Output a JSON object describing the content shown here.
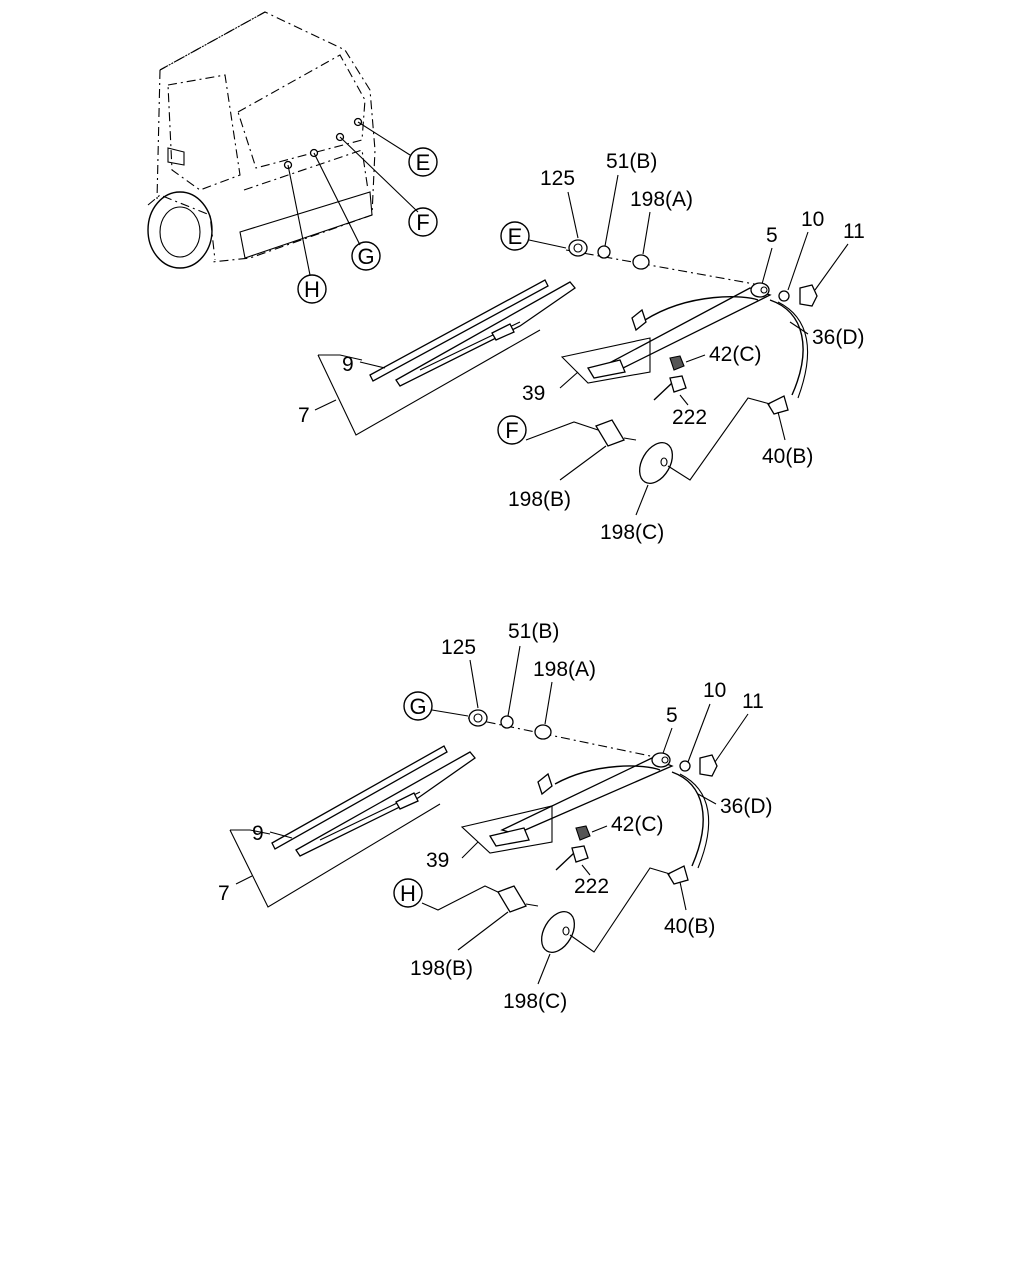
{
  "callouts": {
    "e": "E",
    "f": "F",
    "g": "G",
    "h": "H"
  },
  "top": {
    "p125": "125",
    "p51b": "51(B)",
    "p198a": "198(A)",
    "p5": "5",
    "p10": "10",
    "p11": "11",
    "p36d": "36(D)",
    "p42c": "42(C)",
    "p39": "39",
    "p222": "222",
    "p9": "9",
    "p7": "7",
    "p40b": "40(B)",
    "p198b": "198(B)",
    "p198c": "198(C)"
  },
  "bottom": {
    "p125": "125",
    "p51b": "51(B)",
    "p198a": "198(A)",
    "p5": "5",
    "p10": "10",
    "p11": "11",
    "p36d": "36(D)",
    "p42c": "42(C)",
    "p39": "39",
    "p222": "222",
    "p9": "9",
    "p7": "7",
    "p40b": "40(B)",
    "p198b": "198(B)",
    "p198c": "198(C)"
  }
}
